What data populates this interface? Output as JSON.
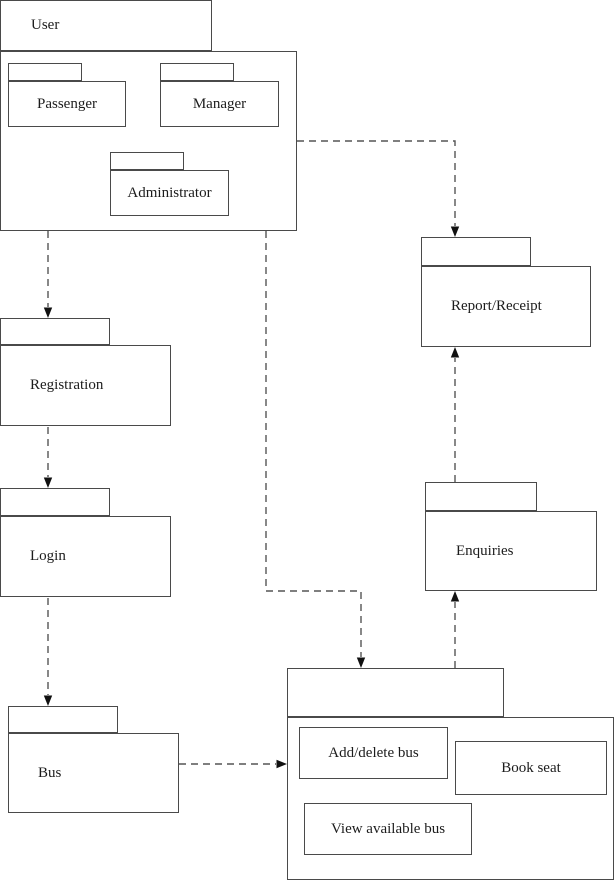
{
  "packages": {
    "user": {
      "label": "User"
    },
    "passenger": {
      "label": "Passenger"
    },
    "manager": {
      "label": "Manager"
    },
    "administrator": {
      "label": "Administrator"
    },
    "registration": {
      "label": "Registration"
    },
    "login": {
      "label": "Login"
    },
    "bus": {
      "label": "Bus"
    },
    "report_receipt": {
      "label": "Report/Receipt"
    },
    "enquiries": {
      "label": "Enquiries"
    },
    "bus_operations": {
      "label": ""
    }
  },
  "actions": {
    "add_delete_bus": {
      "label": "Add/delete bus"
    },
    "book_seat": {
      "label": "Book seat"
    },
    "view_available_bus": {
      "label": "View available bus"
    }
  },
  "colors": {
    "background": "#ffffff",
    "box_border": "#4a4a4a",
    "connector": "#555555",
    "arrowhead": "#111111",
    "text": "#1c1c1c"
  }
}
